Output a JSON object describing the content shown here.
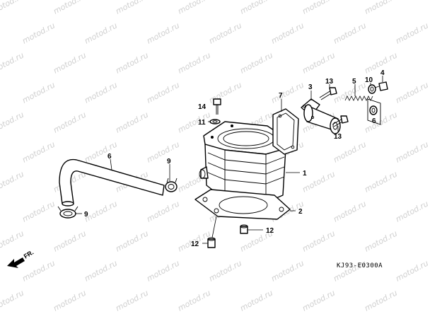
{
  "watermark": "motod.ru",
  "diagram_code": "KJ93-E0300A",
  "direction_label": "FR.",
  "callouts": {
    "c1": "1",
    "c2": "2",
    "c3": "3",
    "c4": "4",
    "c5": "5",
    "c6_right": "6",
    "c6_hose": "6",
    "c7": "7",
    "c9_upper": "9",
    "c9_lower": "9",
    "c10": "10",
    "c11": "11",
    "c12_right": "12",
    "c12_left": "12",
    "c13_upper": "13",
    "c13_lower": "13",
    "c14": "14"
  },
  "colors": {
    "line": "#000000",
    "watermark": "#cfcfcf",
    "background": "#ffffff"
  }
}
